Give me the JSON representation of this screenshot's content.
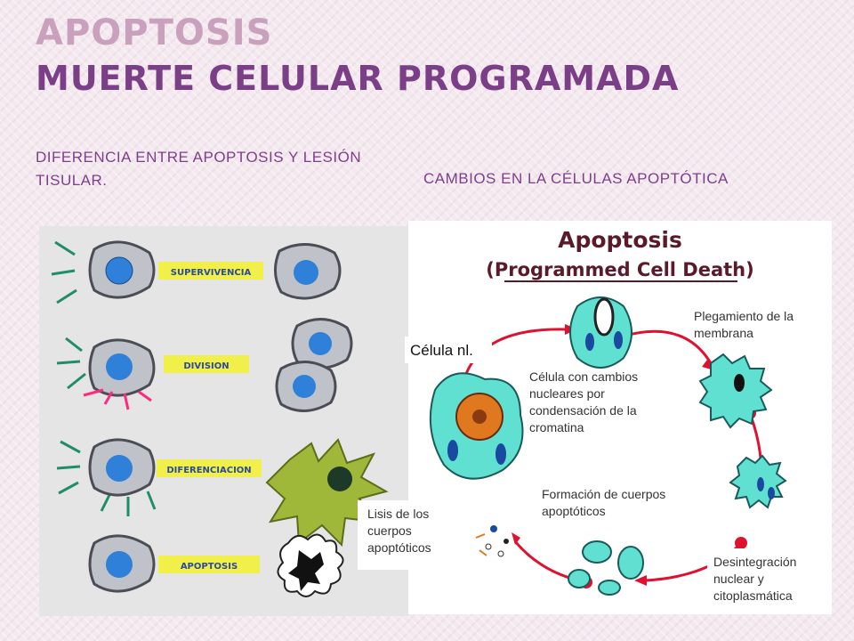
{
  "header": {
    "title": "APOPTOSIS",
    "subtitle": "MUERTE CELULAR PROGRAMADA"
  },
  "left_caption": "DIFERENCIA ENTRE APOPTOSIS Y LESIÓN TISULAR.",
  "right_caption": "CAMBIOS EN LA CÉLULAS APOPTÓTICA",
  "left_figure": {
    "rows": [
      "SUPERVIVENCIA",
      "DIVISION",
      "DIFERENCIACION",
      "APOPTOSIS"
    ]
  },
  "right_figure": {
    "title_line1": "Apoptosis",
    "title_line2": "(Programmed Cell Death)",
    "labels": {
      "normal_cell": "Célula nl.",
      "membrane_folding": "Plegamiento de la membrana",
      "nuclear_changes": "Célula con cambios nucleares por condensación de la cromatina",
      "apoptotic_bodies": "Formación de cuerpos apoptóticos",
      "lysis": "Lisis de los cuerpos apoptóticos",
      "disintegration": "Desintegración nuclear y citoplasmática"
    }
  },
  "colors": {
    "title_light": "#c9a1bd",
    "title_dark": "#7a3f86",
    "caption": "#7d3f8a",
    "cycle_red": "#e01030",
    "cell_teal": "#5fe0d0"
  }
}
